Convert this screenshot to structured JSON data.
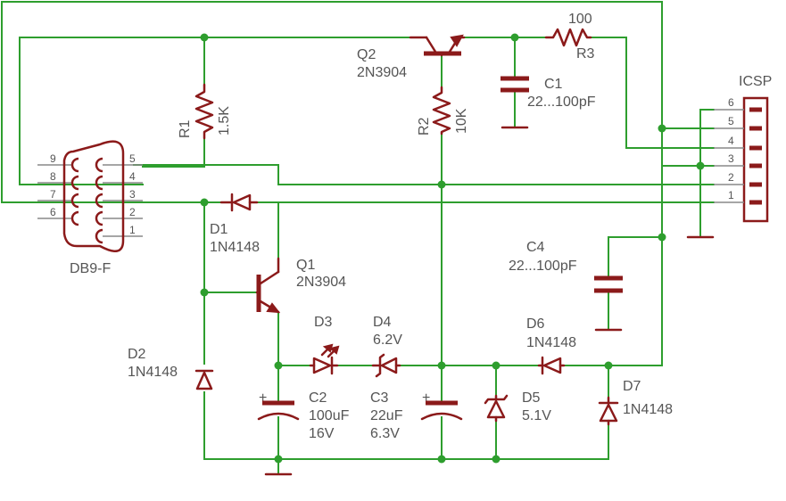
{
  "components": {
    "r1": {
      "name": "R1",
      "value": "1.5K"
    },
    "r2": {
      "name": "R2",
      "value": "10K"
    },
    "r3": {
      "name": "R3",
      "value": "100"
    },
    "q1": {
      "name": "Q1",
      "value": "2N3904"
    },
    "q2": {
      "name": "Q2",
      "value": "2N3904"
    },
    "c1": {
      "name": "C1",
      "value": "22...100pF"
    },
    "c2": {
      "name": "C2",
      "value": "100uF",
      "rating": "16V"
    },
    "c3": {
      "name": "C3",
      "value": "22uF",
      "rating": "6.3V"
    },
    "c4": {
      "name": "C4",
      "value": "22...100pF"
    },
    "d1": {
      "name": "D1",
      "value": "1N4148"
    },
    "d2": {
      "name": "D2",
      "value": "1N4148"
    },
    "d3": {
      "name": "D3"
    },
    "d4": {
      "name": "D4",
      "value": "6.2V"
    },
    "d5": {
      "name": "D5",
      "value": "5.1V"
    },
    "d6": {
      "name": "D6",
      "value": "1N4148"
    },
    "d7": {
      "name": "D7",
      "value": "1N4148"
    }
  },
  "db9": {
    "name": "DB9-F",
    "pins_left": [
      "9",
      "8",
      "7",
      "6"
    ],
    "pins_right": [
      "5",
      "4",
      "3",
      "2",
      "1"
    ]
  },
  "icsp": {
    "name": "ICSP",
    "pins": [
      "6",
      "5",
      "4",
      "3",
      "2",
      "1"
    ]
  },
  "polarity": {
    "plus": "+"
  },
  "colors": {
    "wire": "#2e9e2e",
    "component": "#8b1a1a",
    "label": "#555555",
    "background": "#ffffff"
  }
}
